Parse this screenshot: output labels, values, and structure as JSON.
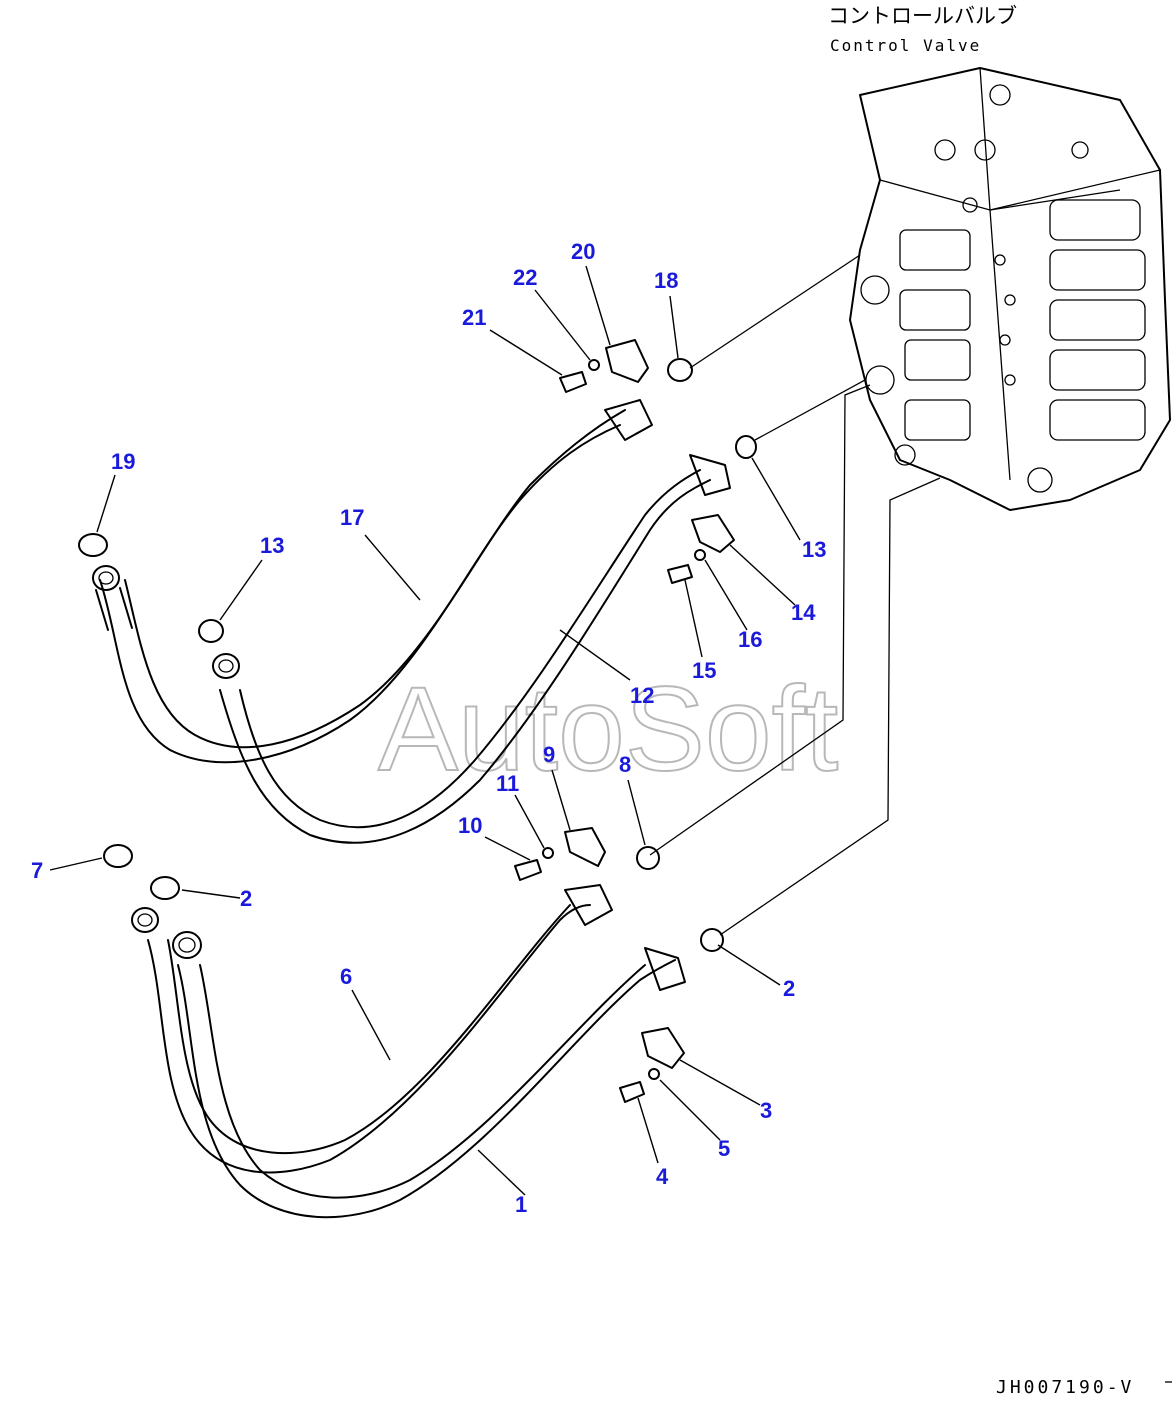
{
  "title": {
    "japanese": "コントロールバルブ",
    "english": "Control Valve"
  },
  "drawing_id": "JH007190-V",
  "watermark": "AutoSoft",
  "callouts": [
    "1",
    "2",
    "2",
    "3",
    "4",
    "5",
    "6",
    "7",
    "8",
    "9",
    "10",
    "11",
    "12",
    "13",
    "13",
    "14",
    "15",
    "16",
    "17",
    "18",
    "19",
    "20",
    "21",
    "22"
  ],
  "colors": {
    "callout": "#1a1adb",
    "line": "#000000",
    "watermark": "#b8b8b8"
  }
}
